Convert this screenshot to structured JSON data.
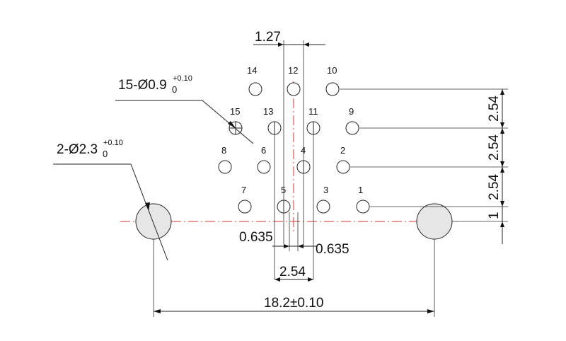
{
  "pins": [
    {
      "label": "14"
    },
    {
      "label": "12"
    },
    {
      "label": "10"
    },
    {
      "label": "15"
    },
    {
      "label": "13"
    },
    {
      "label": "11"
    },
    {
      "label": "9"
    },
    {
      "label": "8"
    },
    {
      "label": "6"
    },
    {
      "label": "4"
    },
    {
      "label": "2"
    },
    {
      "label": "7"
    },
    {
      "label": "5"
    },
    {
      "label": "3"
    },
    {
      "label": "1"
    }
  ],
  "dimensions": {
    "pitch_top": "1.27",
    "pin_callout_base": "15-Ø0.9",
    "pin_tol_upper": "+0.10",
    "pin_tol_lower": "0",
    "hole_callout_base": "2-Ø2.3",
    "hole_tol_upper": "+0.10",
    "hole_tol_lower": "0",
    "offset_left": "0.635",
    "offset_right": "0.635",
    "pitch_bottom": "2.54",
    "overall_width": "18.2±0.10",
    "row_pitch_1": "2.54",
    "row_pitch_2": "2.54",
    "row_pitch_3": "2.54",
    "row_offset": "1"
  },
  "colors": {
    "centerline": "#d33333",
    "line": "#222222",
    "hole_fill": "#e6e6e6"
  }
}
